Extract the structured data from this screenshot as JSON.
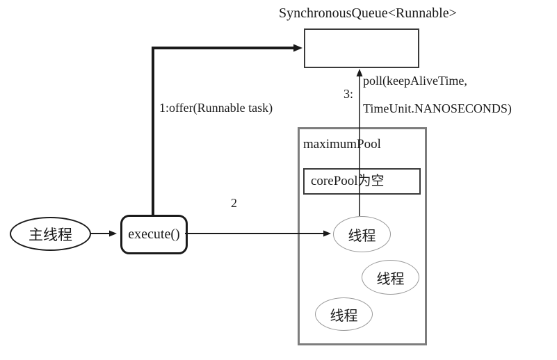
{
  "diagram": {
    "title": "SynchronousQueue<Runnable>",
    "labels": {
      "offer": "1:offer(Runnable task)",
      "step2": "2",
      "step3": "3:",
      "poll_line1": "poll(keepAliveTime,",
      "poll_line2": "TimeUnit.NANOSECONDS)"
    },
    "nodes": {
      "main_thread": "主线程",
      "execute": "execute()",
      "maximum_pool": "maximumPool",
      "core_pool": "corePool为空",
      "thread1": "线程",
      "thread2": "线程",
      "thread3": "线程"
    },
    "colors": {
      "line": "#1a1a1a",
      "pool_border": "#7d7d7d",
      "thread_border": "#9a9a9a",
      "box_border": "#3a3a3a",
      "background": "#ffffff"
    }
  }
}
